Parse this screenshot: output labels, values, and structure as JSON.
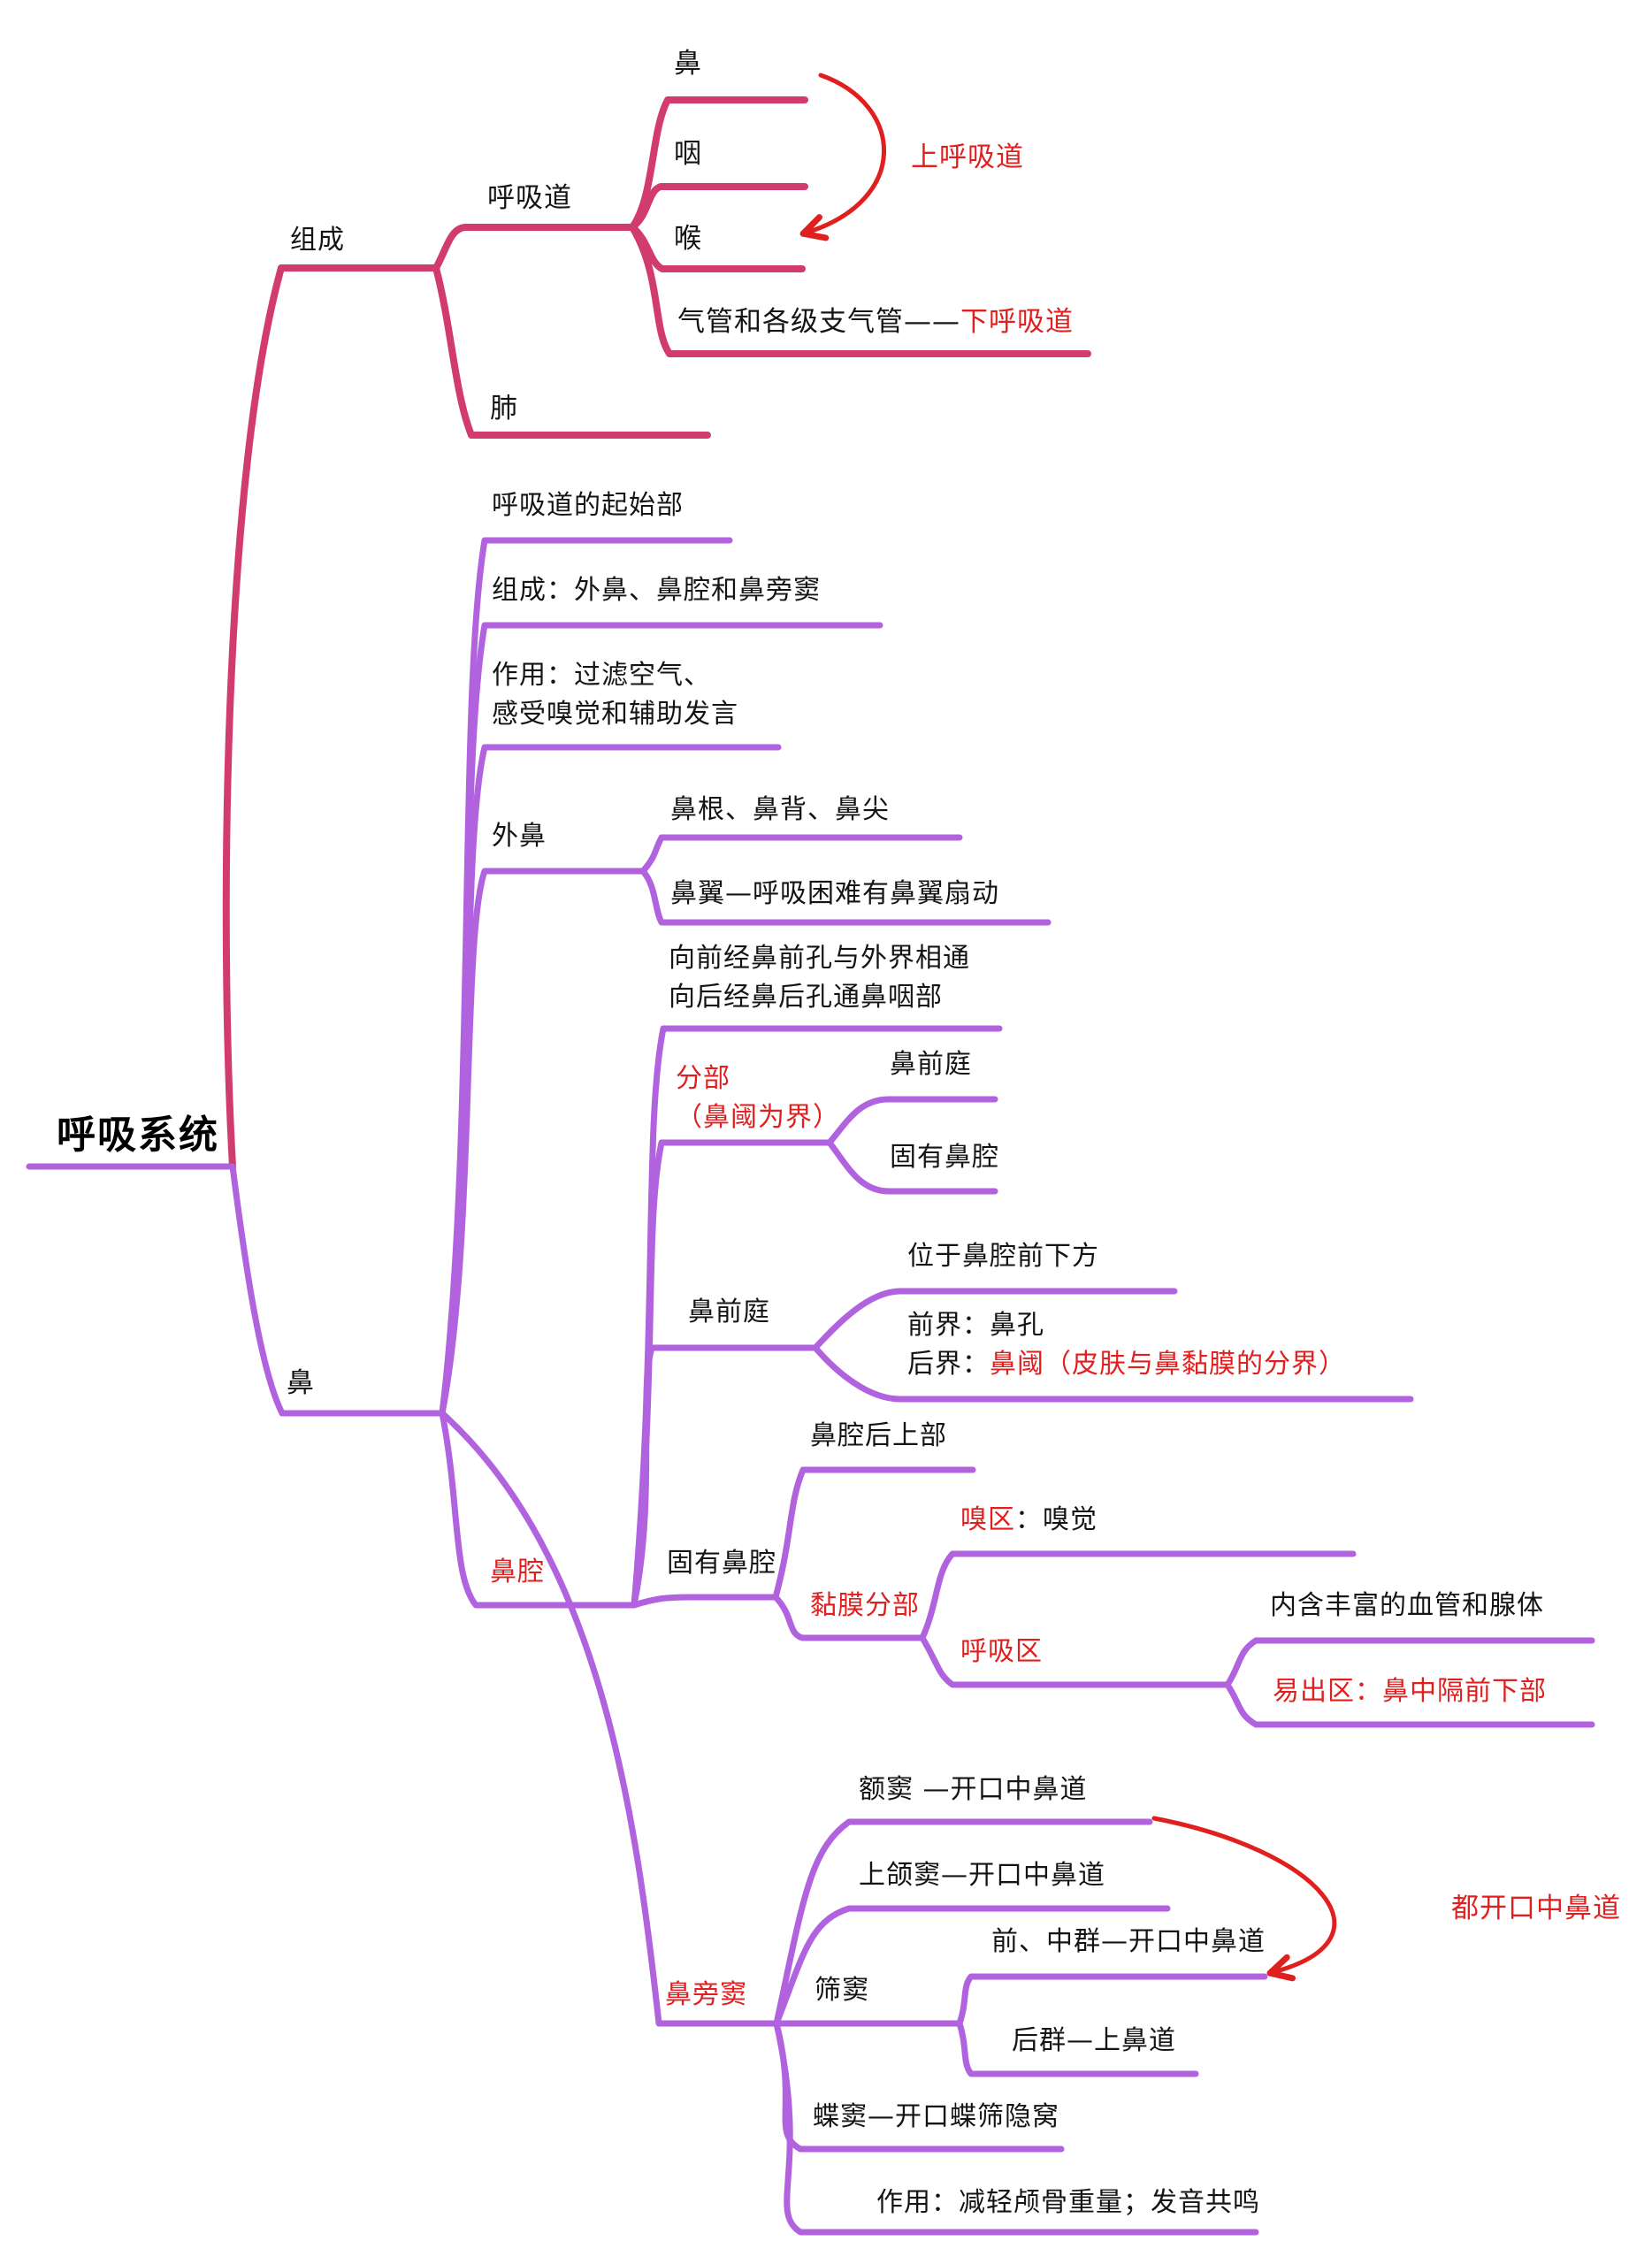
{
  "colors": {
    "branch_pink": "#d23b6d",
    "branch_purple": "#b162de",
    "annotation_red": "#e01f1f",
    "text": "#141414"
  },
  "root": {
    "label": "呼吸系统"
  },
  "composition": {
    "label": "组成",
    "airway": {
      "label": "呼吸道",
      "nose": "鼻",
      "pharynx": "咽",
      "larynx": "喉",
      "trachea_black": "气管和各级支气管——",
      "trachea_red": "下呼吸道",
      "upper_airway_note": "上呼吸道"
    },
    "lung": {
      "label": "肺"
    }
  },
  "nose": {
    "label": "鼻",
    "origin": "呼吸道的起始部",
    "composition": "组成：外鼻、鼻腔和鼻旁窦",
    "function": "作用：过滤空气、\n感受嗅觉和辅助发言",
    "external_nose": {
      "label": "外鼻",
      "parts": "鼻根、鼻背、鼻尖",
      "wing": "鼻翼—呼吸困难有鼻翼扇动"
    },
    "nasal_cavity": {
      "label": "鼻腔",
      "openings": "向前经鼻前孔与外界相通\n向后经鼻后孔通鼻咽部",
      "division": {
        "label": "分部\n（鼻阈为界）",
        "vestibule": "鼻前庭",
        "proper": "固有鼻腔"
      },
      "vestibule": {
        "label": "鼻前庭",
        "location": "位于鼻腔前下方",
        "front_border": "前界：鼻孔",
        "back_border_black": "后界：",
        "back_border_red": "鼻阈（皮肤与鼻黏膜的分界）"
      },
      "proper": {
        "label": "固有鼻腔",
        "location": "鼻腔后上部",
        "mucosa": {
          "label": "黏膜分部",
          "olfactory_red": "嗅区",
          "olfactory_black": "：嗅觉",
          "respiratory": {
            "label": "呼吸区",
            "content": "内含丰富的血管和腺体",
            "bleeding_area": "易出区：鼻中隔前下部"
          }
        }
      }
    },
    "paranasal_sinuses": {
      "label": "鼻旁窦",
      "frontal": "额窦 —开口中鼻道",
      "maxillary": "上颌窦—开口中鼻道",
      "ethmoid": {
        "label": "筛窦",
        "anterior_middle": "前、中群—开口中鼻道",
        "posterior": "后群—上鼻道"
      },
      "sphenoid": "蝶窦—开口蝶筛隐窝",
      "function": "作用：减轻颅骨重量；发音共鸣",
      "note": "都开口中鼻道"
    }
  }
}
